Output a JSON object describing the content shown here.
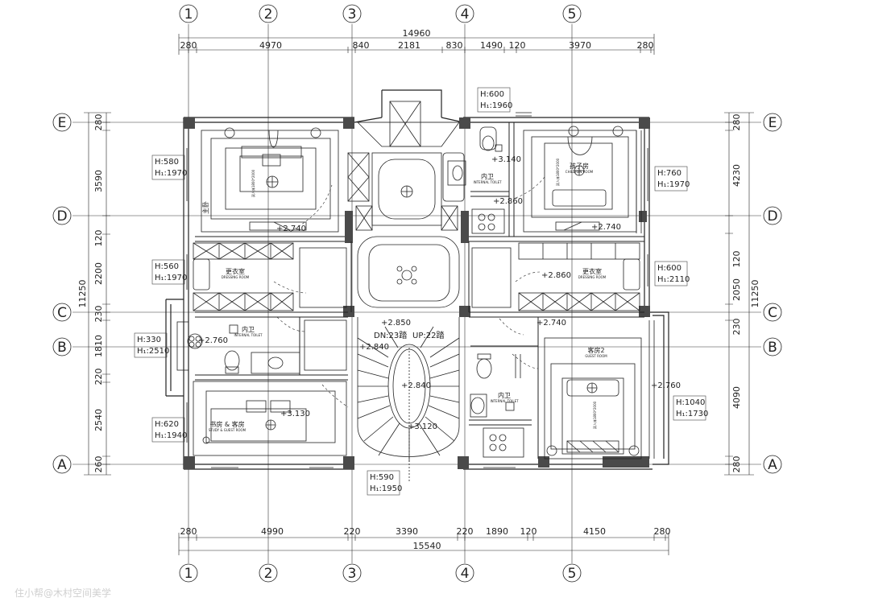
{
  "plan": {
    "axis_numbers": [
      "1",
      "2",
      "3",
      "4",
      "5"
    ],
    "axis_letters": [
      "E",
      "D",
      "C",
      "B",
      "A"
    ],
    "top_total": "14960",
    "top_dims": [
      "280",
      "4970",
      "840",
      "2181",
      "830",
      "1490",
      "120",
      "3970",
      "280"
    ],
    "bottom_total": "15540",
    "bottom_dims": [
      "280",
      "4990",
      "220",
      "3390",
      "220",
      "1890",
      "120",
      "4150",
      "280"
    ],
    "left_total": "11250",
    "left_dims": [
      "280",
      "3590",
      "120",
      "2200",
      "230",
      "1810",
      "220",
      "2540",
      "260"
    ],
    "right_total": "11250",
    "right_dims": [
      "280",
      "4230",
      "120",
      "2050",
      "230",
      "4090",
      "280"
    ],
    "heights": [
      {
        "h": "H:600",
        "h2": "H₁:1960"
      },
      {
        "h": "H:580",
        "h2": "H₁:1970"
      },
      {
        "h": "H:760",
        "h2": "H₁:1970"
      },
      {
        "h": "H:560",
        "h2": "H₁:1970"
      },
      {
        "h": "H:600",
        "h2": "H₁:2110"
      },
      {
        "h": "H:330",
        "h2": "H₁:2510"
      },
      {
        "h": "H:1040",
        "h2": "H₁:1730"
      },
      {
        "h": "H:620",
        "h2": "H₁:1940"
      },
      {
        "h": "H:590",
        "h2": "H₁:1950"
      }
    ],
    "rooms": [
      {
        "cn": "主卧",
        "en": ""
      },
      {
        "cn": "孩子房",
        "en": "CHILDREN ROOM"
      },
      {
        "cn": "内卫",
        "en": "INTERNAL TOILET"
      },
      {
        "cn": "更衣室",
        "en": "DRESSING ROOM"
      },
      {
        "cn": "更衣室",
        "en": "DRESSING ROOM"
      },
      {
        "cn": "内卫",
        "en": "INTERNAL TOILET"
      },
      {
        "cn": "客房2",
        "en": "GUEST ROOM"
      },
      {
        "cn": "内卫",
        "en": "INTERNAL TOILET"
      },
      {
        "cn": "书房 & 客房",
        "en": "STUDY & GUEST ROOM"
      }
    ],
    "elevations": [
      "+3.140",
      "+2.860",
      "+2.740",
      "+2.740",
      "+2.860",
      "+2.850",
      "+2.740",
      "+2.760",
      "+2.840",
      "+2.840",
      "+2.760",
      "+3.130",
      "+3.120"
    ],
    "stair_dn": "DN:23踏",
    "stair_up": "UP:22踏",
    "bed_label": "双人床1800*2000",
    "watermark": "住小帮@木村空间美学"
  }
}
